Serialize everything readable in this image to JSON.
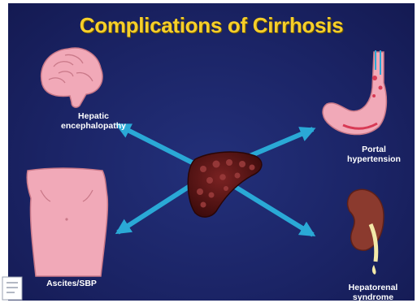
{
  "title": "Complications of Cirrhosis",
  "center": {
    "organ": "liver"
  },
  "complications": [
    {
      "label_lines": [
        "Hepatic",
        "encephalopathy"
      ],
      "organ": "brain"
    },
    {
      "label_lines": [
        "Portal",
        "hypertension"
      ],
      "organ": "stomach"
    },
    {
      "label_lines": [
        "Ascites/SBP"
      ],
      "organ": "abdomen"
    },
    {
      "label_lines": [
        "Hepatorenal",
        "syndrome"
      ],
      "organ": "kidney"
    }
  ],
  "colors": {
    "background": "#1b2466",
    "title": "#f6cf2a",
    "arrow": "#2aa9d6",
    "organ_pink": "#f1a9b8",
    "liver": "#5a1414",
    "kidney": "#8b3a2e"
  }
}
